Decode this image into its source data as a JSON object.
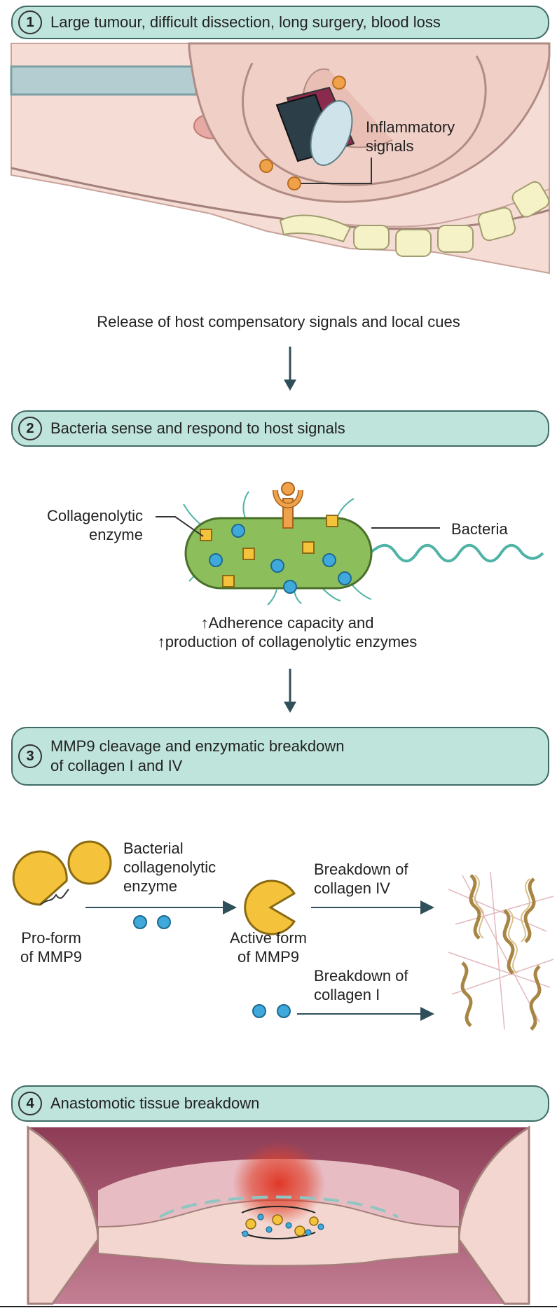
{
  "steps": [
    {
      "number": "1",
      "title": "Large tumour, difficult dissection, long surgery, blood loss"
    },
    {
      "number": "2",
      "title": "Bacteria sense and respond to host signals"
    },
    {
      "number": "3",
      "title_line1": "MMP9 cleavage and enzymatic breakdown",
      "title_line2": "of collagen I and IV"
    },
    {
      "number": "4",
      "title": "Anastomotic tissue breakdown"
    }
  ],
  "labels": {
    "inflammatory_line1": "Inflammatory",
    "inflammatory_line2": "signals",
    "release": "Release of host compensatory signals and local cues",
    "collagenolytic_line1": "Collagenolytic",
    "collagenolytic_line2": "enzyme",
    "bacteria": "Bacteria",
    "adherence_line1": "↑Adherence capacity and",
    "adherence_line2": "↑production of collagenolytic enzymes",
    "bact_enzyme_line1": "Bacterial",
    "bact_enzyme_line2": "collagenolytic",
    "bact_enzyme_line3": "enzyme",
    "proform_line1": "Pro-form",
    "proform_line2": "of MMP9",
    "active_line1": "Active form",
    "active_line2": "of MMP9",
    "breakdown_iv_line1": "Breakdown of",
    "breakdown_iv_line2": "collagen IV",
    "breakdown_i_line1": "Breakdown of",
    "breakdown_i_line2": "collagen I"
  },
  "icons": {
    "step_badge": "circled-number-icon",
    "flow_arrow": "down-arrow-icon",
    "bacterium": "bacterium-icon",
    "mmp9": "pacman-enzyme-icon",
    "collagen": "collagen-fibre-icon"
  },
  "colors": {
    "step_fill": "#bfe4dc",
    "step_border": "#3f6b66",
    "bacteria_fill": "#8cbf5c",
    "enzyme_yellow": "#f5c33b",
    "dot_blue": "#3fa9dc",
    "signal_orange": "#f0a24a",
    "tissue_pink": "#f3d6cf",
    "lumen_maroon": "#9c4a63",
    "flagellum_teal": "#4fb3a6"
  }
}
